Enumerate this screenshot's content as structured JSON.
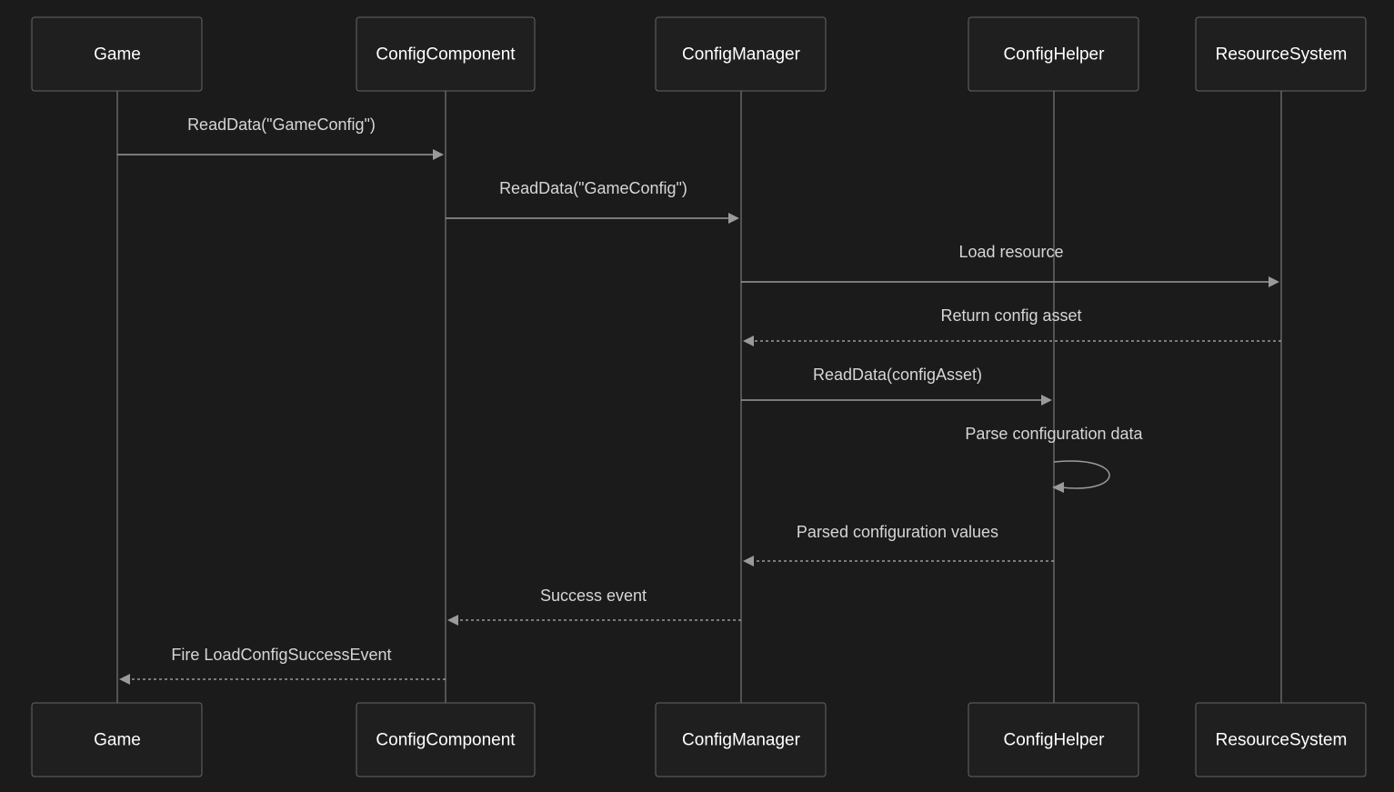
{
  "actors": [
    {
      "id": "game",
      "name": "Game"
    },
    {
      "id": "configcomponent",
      "name": "ConfigComponent"
    },
    {
      "id": "configmanager",
      "name": "ConfigManager"
    },
    {
      "id": "confighelper",
      "name": "ConfigHelper"
    },
    {
      "id": "resourcesystem",
      "name": "ResourceSystem"
    }
  ],
  "messages": [
    {
      "from": 0,
      "to": 1,
      "label": "ReadData(\"GameConfig\")",
      "style": "solid"
    },
    {
      "from": 1,
      "to": 2,
      "label": "ReadData(\"GameConfig\")",
      "style": "solid"
    },
    {
      "from": 2,
      "to": 4,
      "label": "Load resource",
      "style": "solid"
    },
    {
      "from": 4,
      "to": 2,
      "label": "Return config asset",
      "style": "dashed"
    },
    {
      "from": 2,
      "to": 3,
      "label": "ReadData(configAsset)",
      "style": "solid"
    },
    {
      "from": 3,
      "to": 3,
      "label": "Parse configuration data",
      "style": "solid"
    },
    {
      "from": 3,
      "to": 2,
      "label": "Parsed configuration values",
      "style": "dashed"
    },
    {
      "from": 2,
      "to": 1,
      "label": "Success event",
      "style": "dashed"
    },
    {
      "from": 1,
      "to": 0,
      "label": "Fire LoadConfigSuccessEvent",
      "style": "dashed"
    }
  ]
}
